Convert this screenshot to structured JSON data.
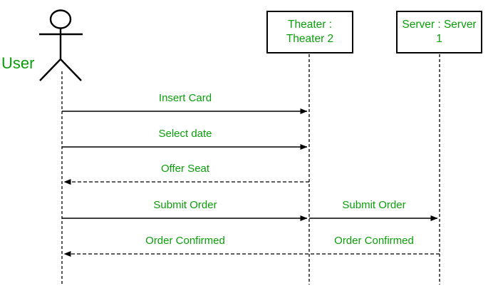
{
  "colors": {
    "text_green": "#0a9e0a",
    "line_black": "#000000",
    "background": "#ffffff"
  },
  "actor": {
    "label": "User"
  },
  "participants": [
    {
      "id": "theater",
      "label_line1": "Theater :",
      "label_line2": "Theater 2"
    },
    {
      "id": "server",
      "label_line1": "Server : Server",
      "label_line2": "1"
    }
  ],
  "messages": [
    {
      "label": "Insert Card",
      "from": "User",
      "to": "Theater",
      "line": "solid"
    },
    {
      "label": "Select date",
      "from": "User",
      "to": "Theater",
      "line": "solid"
    },
    {
      "label": "Offer Seat",
      "from": "Theater",
      "to": "User",
      "line": "dashed"
    },
    {
      "label": "Submit Order",
      "from": "User",
      "to": "Theater",
      "line": "solid"
    },
    {
      "label": "Submit Order",
      "from": "Theater",
      "to": "Server",
      "line": "solid"
    },
    {
      "label": "Order Confirmed",
      "from": "Server",
      "to": "Theater",
      "line": "dashed"
    },
    {
      "label": "Order Confirmed",
      "from": "Theater",
      "to": "User",
      "line": "dashed"
    }
  ]
}
